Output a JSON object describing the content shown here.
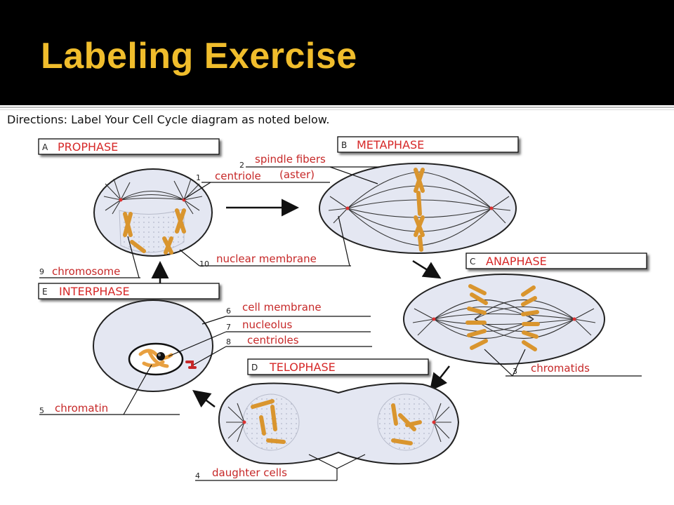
{
  "slide": {
    "title": "Labeling Exercise",
    "directions": "Directions: Label Your Cell Cycle diagram as noted below."
  },
  "phases": [
    {
      "letter": "A",
      "name": "PROPHASE"
    },
    {
      "letter": "B",
      "name": "METAPHASE"
    },
    {
      "letter": "C",
      "name": "ANAPHASE"
    },
    {
      "letter": "D",
      "name": "TELOPHASE"
    },
    {
      "letter": "E",
      "name": "INTERPHASE"
    }
  ],
  "labels": [
    {
      "num": "1",
      "text": "centriole"
    },
    {
      "num": "2",
      "text": "spindle fibers"
    },
    {
      "num": "",
      "text": "(aster)"
    },
    {
      "num": "3",
      "text": "chromatids"
    },
    {
      "num": "4",
      "text": "daughter cells"
    },
    {
      "num": "5",
      "text": "chromatin"
    },
    {
      "num": "6",
      "text": "cell membrane"
    },
    {
      "num": "7",
      "text": "nucleolus"
    },
    {
      "num": "8",
      "text": "centrioles"
    },
    {
      "num": "9",
      "text": "chromosome"
    },
    {
      "num": "10",
      "text": "nuclear membrane"
    }
  ],
  "colors": {
    "title": "#f0bd2c",
    "label_text": "#c62828",
    "chromosome": "#d9952e",
    "cell_fill": "#e4e7f2"
  }
}
